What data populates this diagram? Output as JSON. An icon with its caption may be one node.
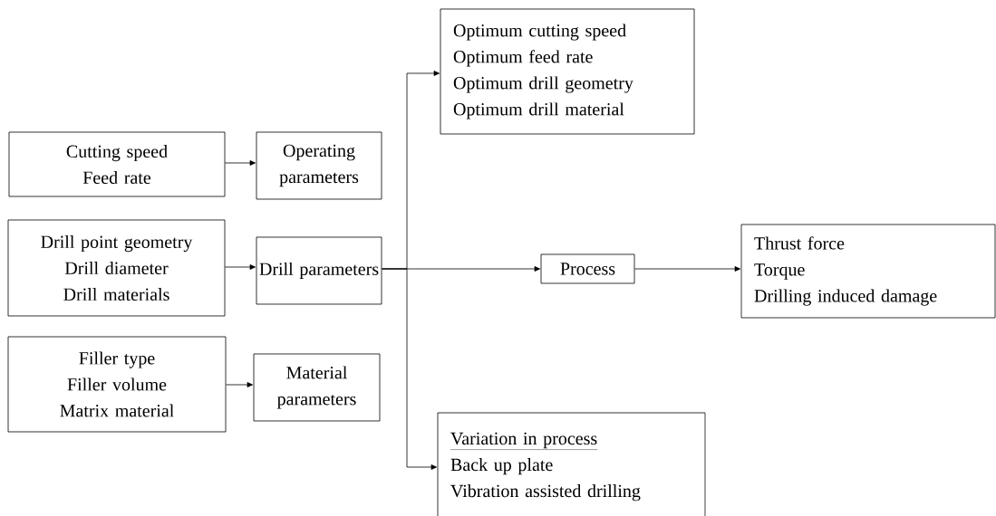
{
  "diagram": {
    "nodes": [
      {
        "text": [
          "Cutting speed",
          "Feed rate"
        ]
      },
      {
        "text": [
          "Operating parameters"
        ]
      },
      {
        "text": [
          "Drill point geometry",
          "Drill diameter",
          "Drill materials"
        ]
      },
      {
        "text": [
          "Drill parameters"
        ]
      },
      {
        "text": [
          "Filler type",
          "Filler volume",
          "Matrix material"
        ]
      },
      {
        "text": [
          "Material parameters"
        ]
      },
      {
        "text": [
          "Optimum cutting speed",
          "Optimum feed rate",
          "Optimum drill geometry",
          "Optimum drill material"
        ]
      },
      {
        "text": [
          "Process"
        ]
      },
      {
        "text": [
          "Thrust force",
          "Torque",
          "Drilling induced damage"
        ]
      },
      {
        "text": [
          "Variation in process",
          "Back up plate",
          "Vibration assisted drilling"
        ]
      }
    ],
    "edges": [
      {
        "from": 0,
        "to": 1,
        "arrow": "to"
      },
      {
        "from": 2,
        "to": 3,
        "arrow": "to"
      },
      {
        "from": 4,
        "to": 5,
        "arrow": "to"
      },
      {
        "from": 3,
        "to": 7,
        "arrow": "to"
      },
      {
        "from": 7,
        "to": 8,
        "arrow": "to"
      },
      {
        "from": 3,
        "to": 6,
        "arrow": "to"
      },
      {
        "from": 3,
        "to": 9,
        "arrow": "to"
      }
    ]
  }
}
